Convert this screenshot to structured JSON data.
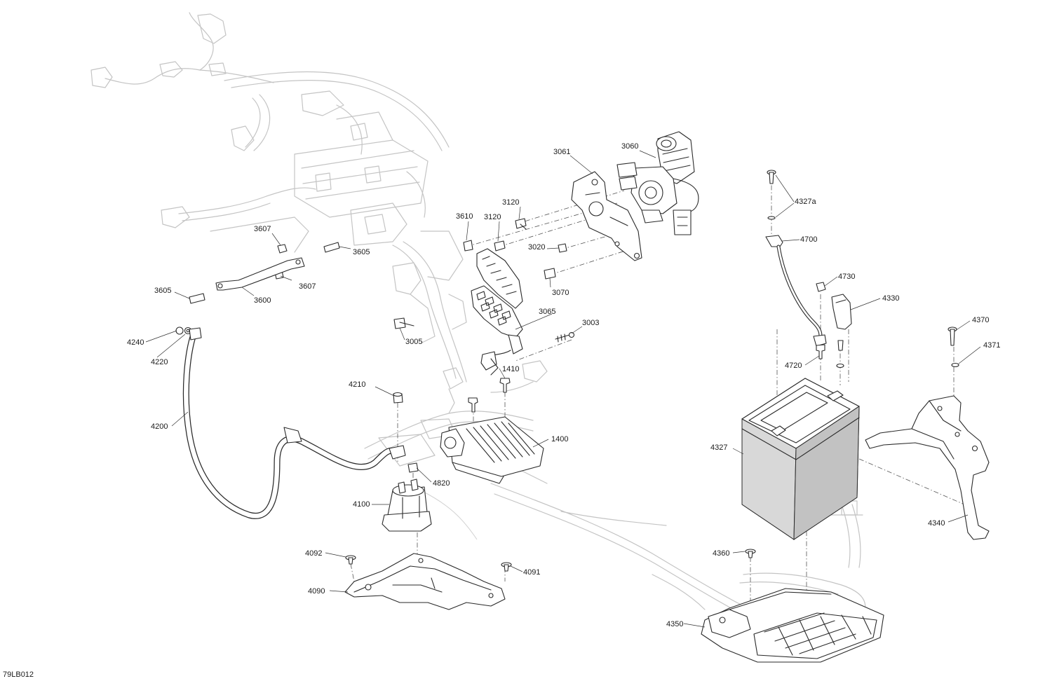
{
  "figure_ref": "79LB012",
  "callouts": {
    "c3061": "3061",
    "c3060": "3060",
    "c3120a": "3120",
    "c3120b": "3120",
    "c3610": "3610",
    "c3020": "3020",
    "c3070": "3070",
    "c3065": "3065",
    "c3003": "3003",
    "c3005": "3005",
    "c3607a": "3607",
    "c3607b": "3607",
    "c3605a": "3605",
    "c3605b": "3605",
    "c3600": "3600",
    "c4240": "4240",
    "c4220": "4220",
    "c4200": "4200",
    "c4210": "4210",
    "c1410": "1410",
    "c1400": "1400",
    "c4820": "4820",
    "c4100": "4100",
    "c4092": "4092",
    "c4091": "4091",
    "c4090": "4090",
    "c4327a": "4327a",
    "c4700": "4700",
    "c4730": "4730",
    "c4330": "4330",
    "c4720": "4720",
    "c4327": "4327",
    "c4370": "4370",
    "c4371": "4371",
    "c4340": "4340",
    "c4360": "4360",
    "c4350": "4350"
  },
  "icons": {
    "frame": "vehicle-frame-ghost",
    "motor": "actuator-motor-icon",
    "battery": "battery-icon",
    "regulator": "voltage-regulator-icon",
    "solenoid": "starter-solenoid-icon"
  }
}
